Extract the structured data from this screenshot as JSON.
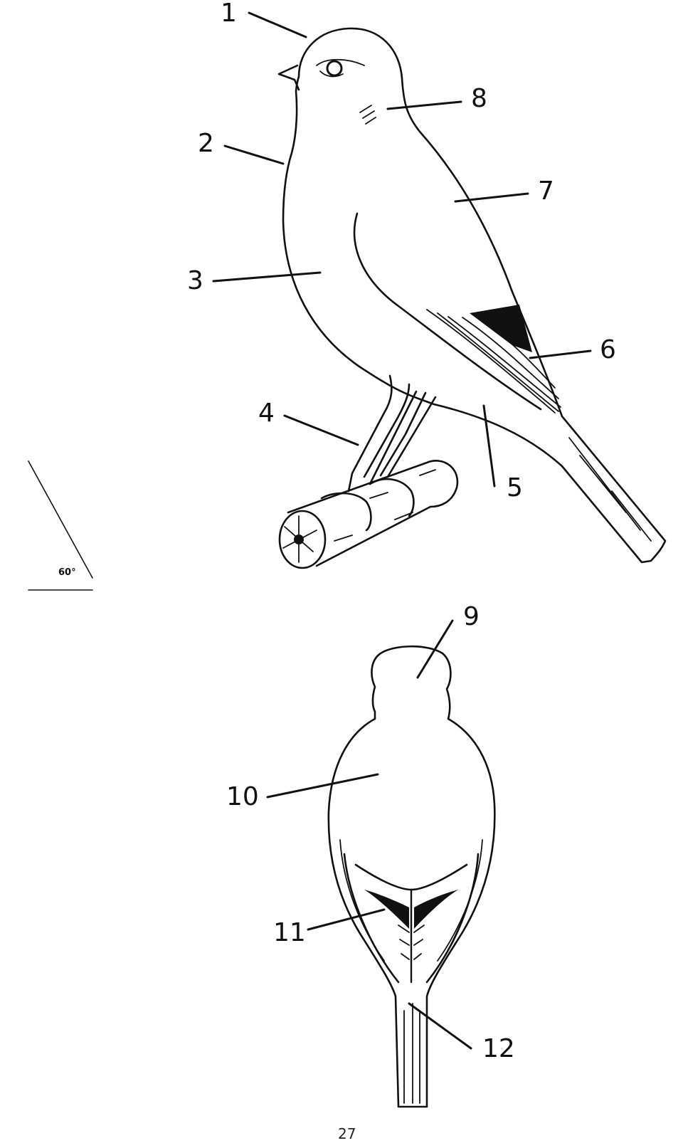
{
  "labels": [
    "1",
    "2",
    "3",
    "4",
    "5",
    "6",
    "7",
    "8",
    "9",
    "10",
    "11",
    "12"
  ],
  "angle_label": "60°",
  "page_number": "27"
}
